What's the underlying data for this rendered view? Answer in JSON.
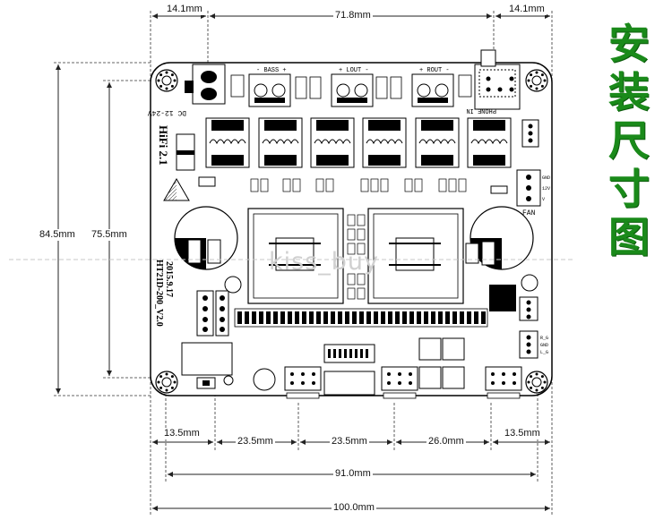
{
  "dimensions": {
    "top_left": "14.1mm",
    "top_mid": "71.8mm",
    "top_right": "14.1mm",
    "left_outer": "84.5mm",
    "left_inner": "75.5mm",
    "bottom_seg1": "13.5mm",
    "bottom_seg2": "23.5mm",
    "bottom_seg3": "23.5mm",
    "bottom_seg4": "26.0mm",
    "bottom_seg5": "13.5mm",
    "bottom_inner": "91.0mm",
    "bottom_outer": "100.0mm"
  },
  "side_title": [
    "安",
    "装",
    "尺",
    "寸",
    "图"
  ],
  "watermark": "kiss_buy",
  "board": {
    "terminals": [
      "- BASS +",
      "+ LOUT -",
      "+ ROUT -"
    ],
    "input_jack": "PHONE IN",
    "power_label": "DC 12-24V",
    "hifi_label": "HiFi 2.1",
    "model": "HT21D-200_V2.0",
    "date": "2015.9.17",
    "fan_label": "FAN",
    "fan_pins": [
      "GND",
      "12V",
      "V"
    ],
    "right_pins": [
      "R_G",
      "GND",
      "L_G"
    ]
  },
  "colors": {
    "title": "#1a8a1a",
    "board_line": "#000000",
    "dim_line": "#222222"
  }
}
